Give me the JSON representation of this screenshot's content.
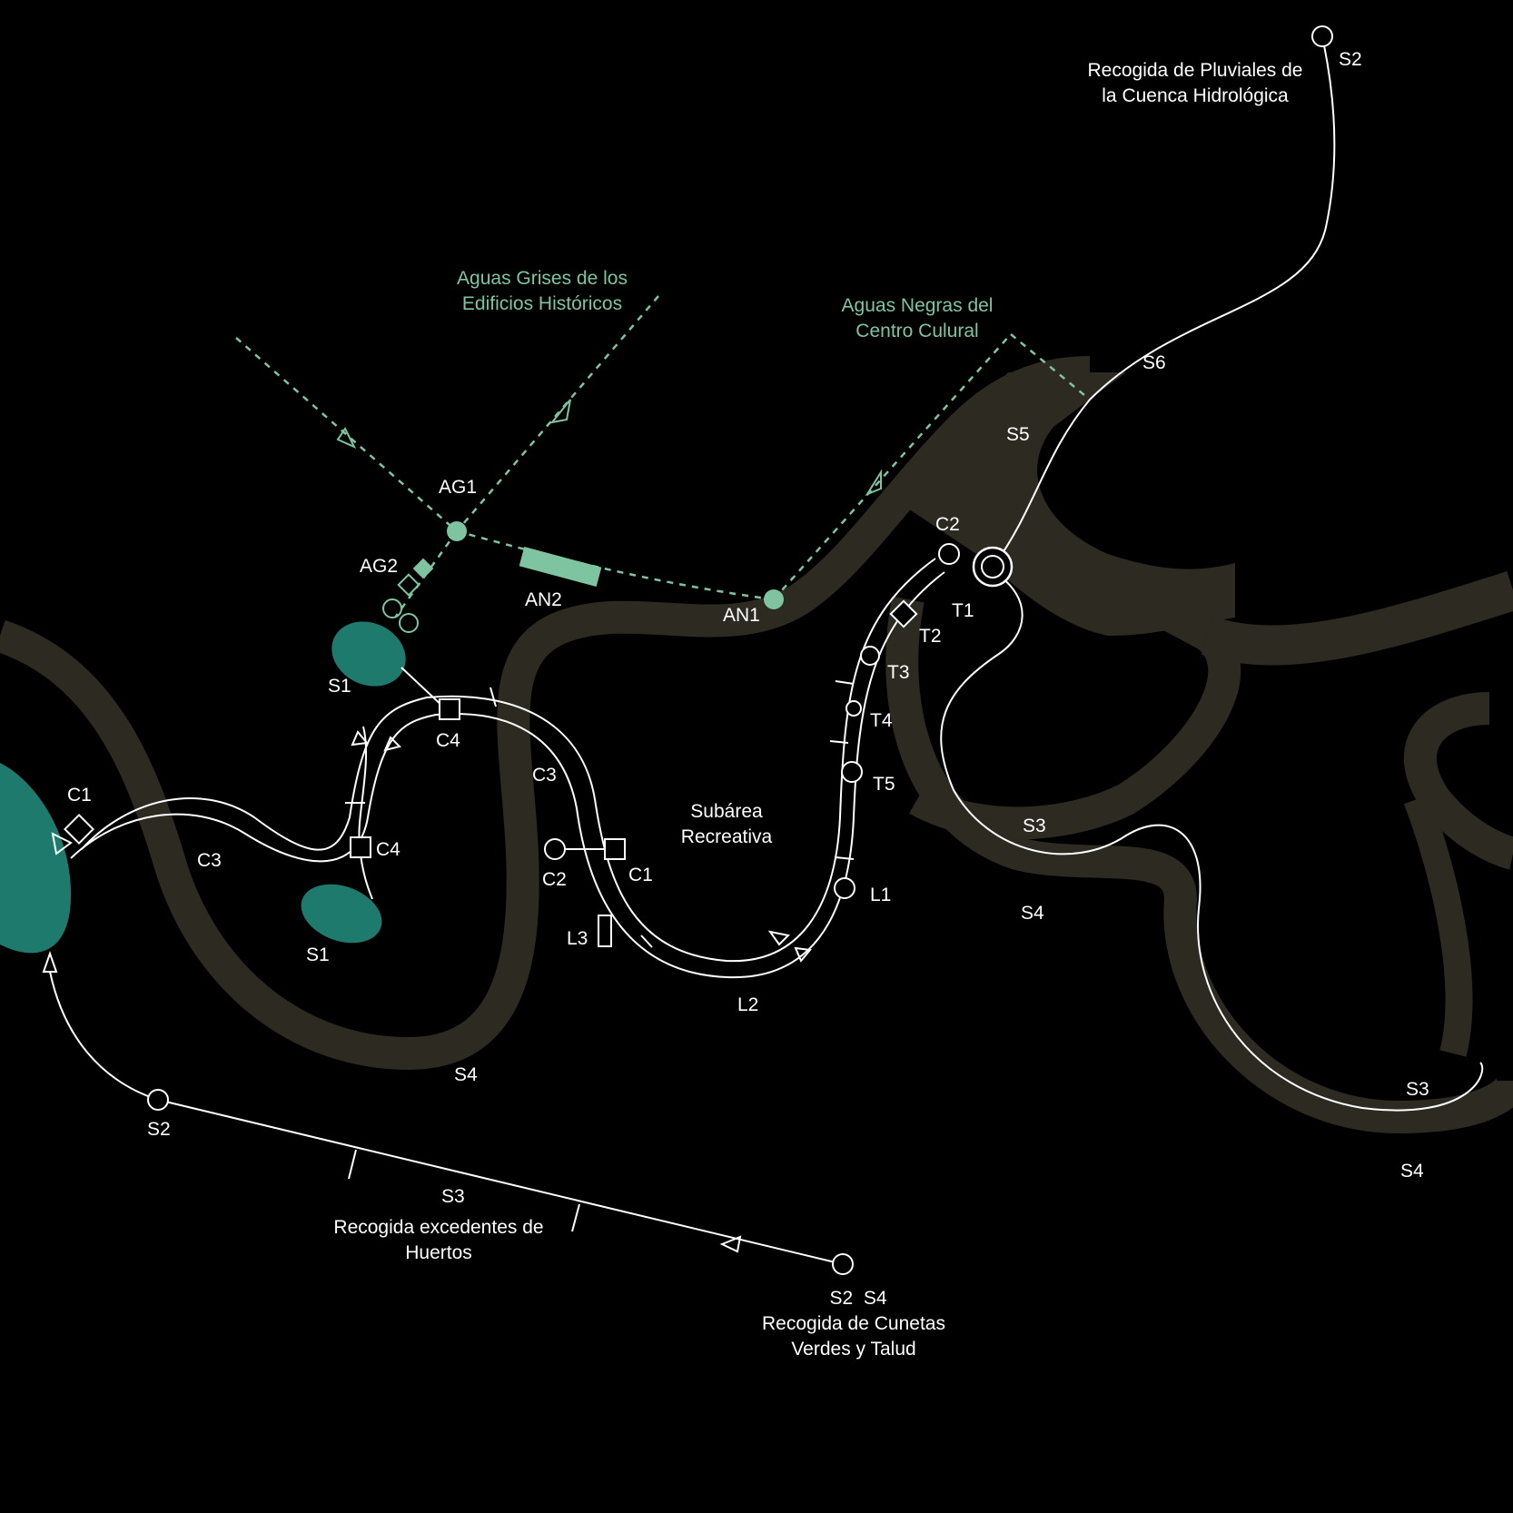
{
  "colors": {
    "background": "#000000",
    "terrain": "#2d2a21",
    "pipe": "#ffffff",
    "grey_water": "#7fc4a1",
    "pond": "#1f7a6e"
  },
  "notes": {
    "pluviales": [
      "Recogida de Pluviales de",
      "la Cuenca Hidrológica"
    ],
    "aguas_grises": [
      "Aguas Grises de los",
      "Edificios Históricos"
    ],
    "aguas_negras": [
      "Aguas Negras del",
      "Centro Culural"
    ],
    "subarea": [
      "Subárea",
      "Recreativa"
    ],
    "huertos": [
      "Recogida excedentes de",
      "Huertos"
    ],
    "cunetas": [
      "Recogida de Cunetas",
      "Verdes y Talud"
    ]
  },
  "labels": {
    "s2_top": "S2",
    "s6": "S6",
    "s5": "S5",
    "ag1": "AG1",
    "ag2": "AG2",
    "an2": "AN2",
    "an1": "AN1",
    "c2_top": "C2",
    "t1": "T1",
    "t2": "T2",
    "t3": "T3",
    "t4": "T4",
    "t5": "T5",
    "l1": "L1",
    "s1_upper": "S1",
    "c4_upper": "C4",
    "c3_mid": "C3",
    "c1_left": "C1",
    "c3_left": "C3",
    "c4_lower": "C4",
    "s1_lower": "S1",
    "c2_mid": "C2",
    "c1_mid": "C1",
    "l3": "L3",
    "l2": "L2",
    "s3_right": "S3",
    "s4_right": "S4",
    "s4_mid": "S4",
    "s3_far": "S3",
    "s4_far": "S4",
    "s2_bottom": "S2",
    "s3_bottom": "S3",
    "s2s4": "S2  S4"
  }
}
